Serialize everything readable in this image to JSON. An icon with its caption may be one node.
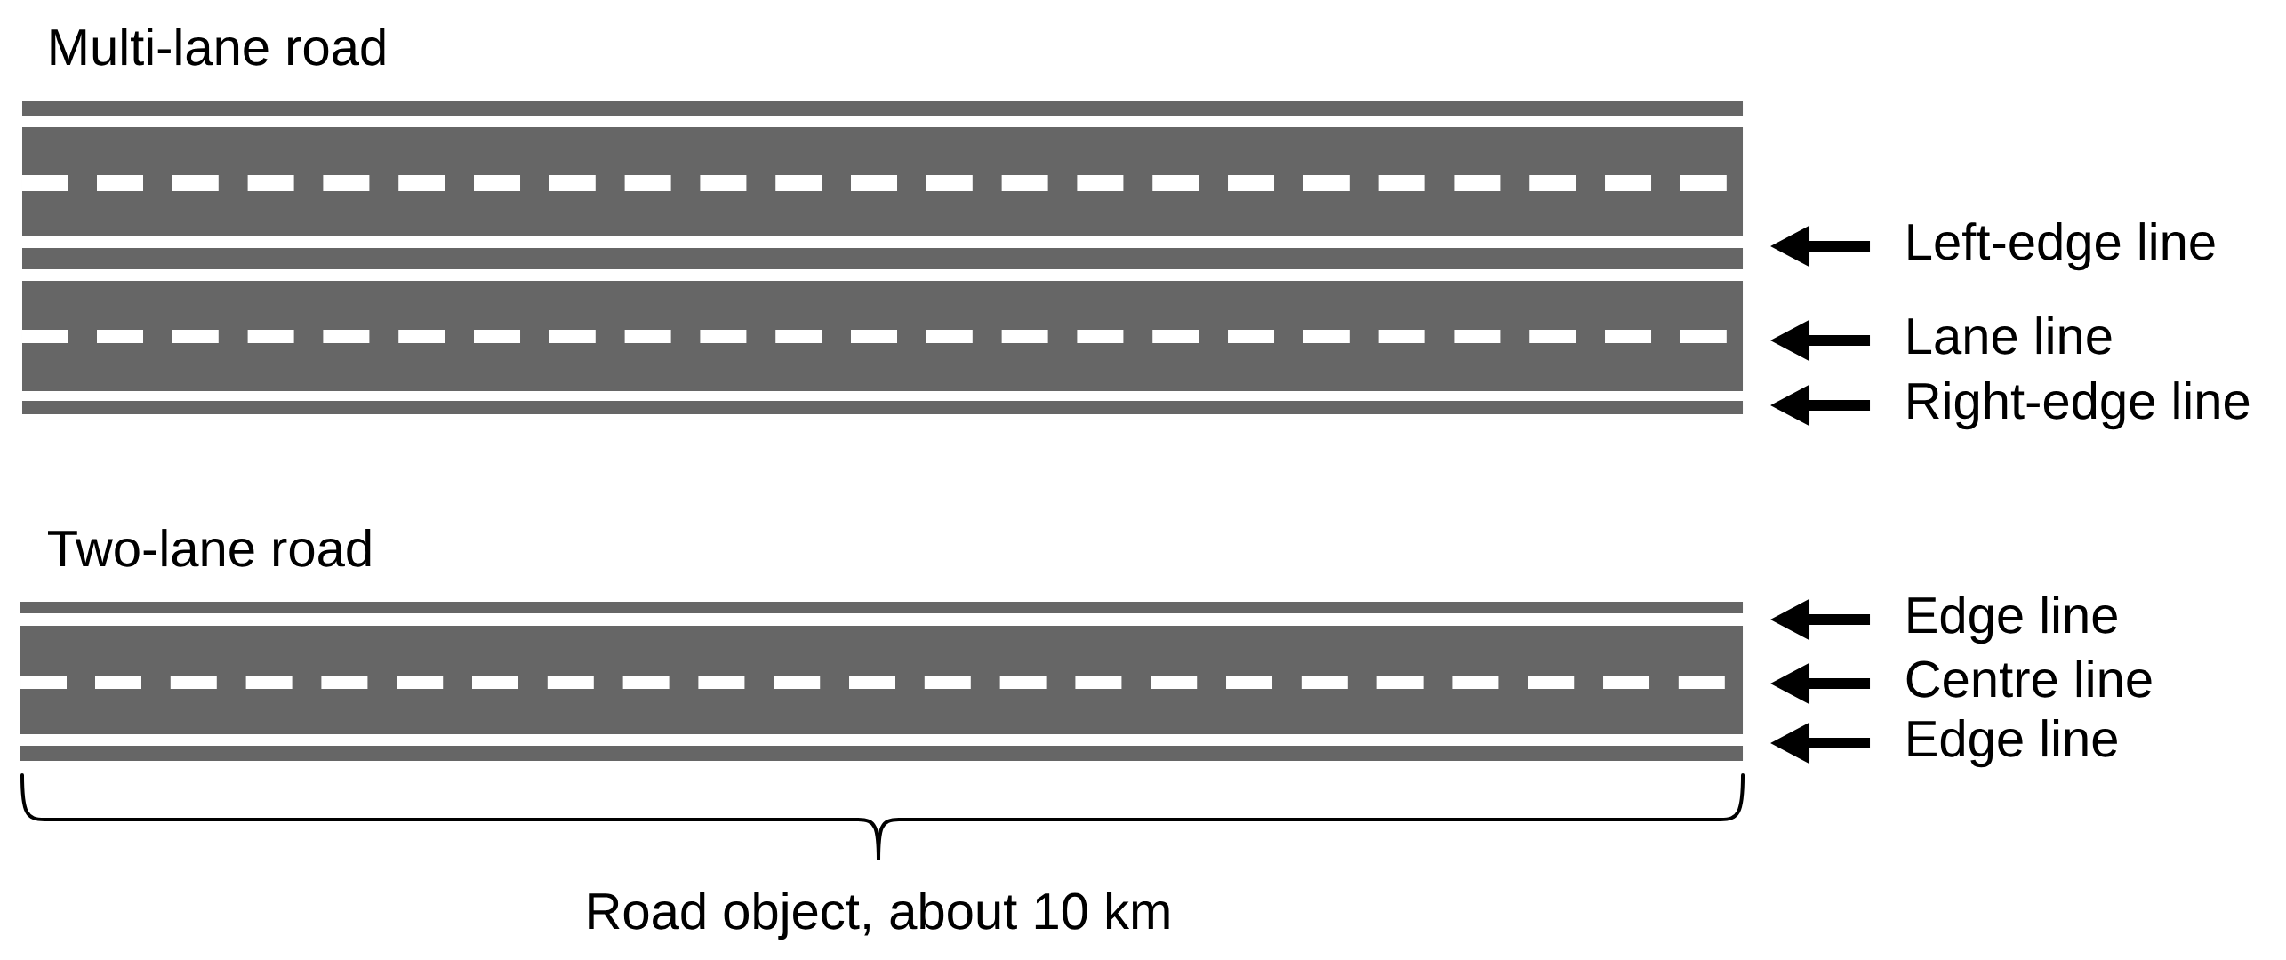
{
  "diagram": {
    "nodes": [
      {
        "text": [
          "Left-edge line"
        ]
      },
      {
        "text": [
          "Lane line"
        ]
      },
      {
        "text": [
          "Right-edge line"
        ]
      },
      {
        "text": [
          "Edge line"
        ]
      },
      {
        "text": [
          "Centre line"
        ]
      },
      {
        "text": [
          "Edge line"
        ]
      }
    ],
    "edges": [
      {
        "from": 0,
        "to": null,
        "arrow": "to"
      },
      {
        "from": 1,
        "to": null,
        "arrow": "to"
      },
      {
        "from": 2,
        "to": null,
        "arrow": "to"
      },
      {
        "from": 3,
        "to": null,
        "arrow": "to"
      },
      {
        "from": 4,
        "to": null,
        "arrow": "to"
      },
      {
        "from": 5,
        "to": null,
        "arrow": "to"
      }
    ],
    "labels": [
      "Multi-lane road",
      "Two-lane road",
      "Road object, about 10 km"
    ]
  }
}
